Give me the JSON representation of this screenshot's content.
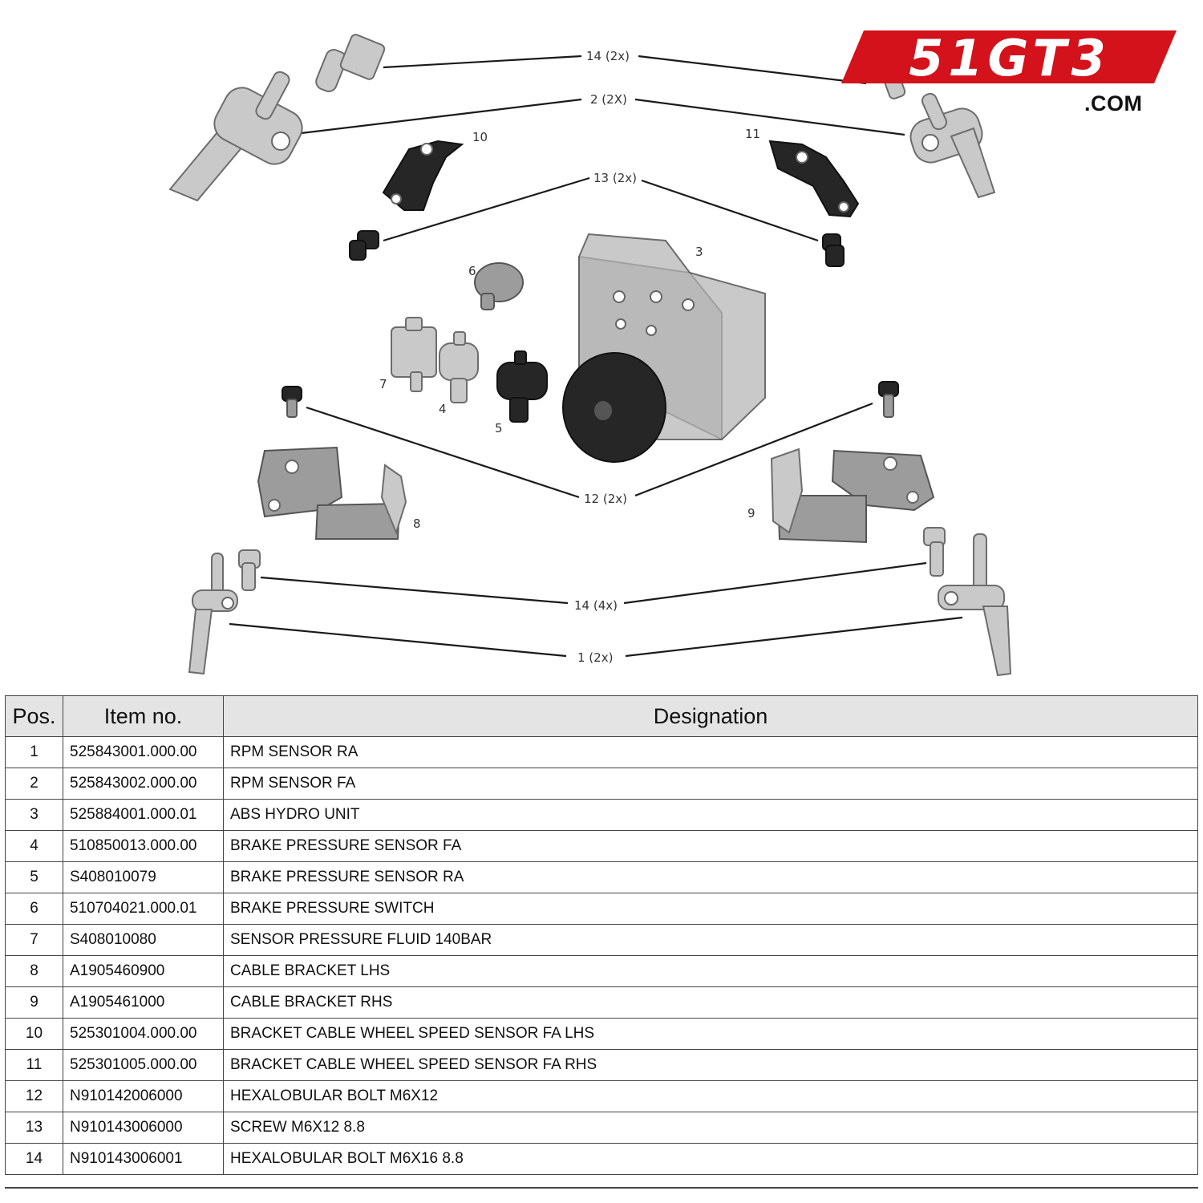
{
  "brand": {
    "logo_text": "51GT3",
    "logo_suffix": ".COM",
    "brand_color": "#d3121b"
  },
  "callouts": {
    "c14_top": "14 (2x)",
    "c2_top": "2 (2X)",
    "c10": "10",
    "c11": "11",
    "c13": "13 (2x)",
    "c3": "3",
    "c6": "6",
    "c7": "7",
    "c4": "4",
    "c5": "5",
    "c12": "12 (2x)",
    "c8": "8",
    "c9": "9",
    "c14_bottom": "14 (4x)",
    "c1": "1 (2x)"
  },
  "table": {
    "headers": {
      "pos": "Pos.",
      "item": "Item no.",
      "designation": "Designation"
    },
    "rows": [
      {
        "pos": "1",
        "item": "525843001.000.00",
        "designation": "RPM SENSOR RA"
      },
      {
        "pos": "2",
        "item": "525843002.000.00",
        "designation": "RPM SENSOR FA"
      },
      {
        "pos": "3",
        "item": "525884001.000.01",
        "designation": "ABS HYDRO UNIT"
      },
      {
        "pos": "4",
        "item": "510850013.000.00",
        "designation": "BRAKE PRESSURE SENSOR FA"
      },
      {
        "pos": "5",
        "item": "S408010079",
        "designation": "BRAKE PRESSURE SENSOR RA"
      },
      {
        "pos": "6",
        "item": "510704021.000.01",
        "designation": "BRAKE PRESSURE SWITCH"
      },
      {
        "pos": "7",
        "item": "S408010080",
        "designation": "SENSOR PRESSURE FLUID 140BAR"
      },
      {
        "pos": "8",
        "item": "A1905460900",
        "designation": "CABLE BRACKET LHS"
      },
      {
        "pos": "9",
        "item": "A1905461000",
        "designation": "CABLE BRACKET RHS"
      },
      {
        "pos": "10",
        "item": "525301004.000.00",
        "designation": "BRACKET CABLE WHEEL SPEED SENSOR FA LHS"
      },
      {
        "pos": "11",
        "item": "525301005.000.00",
        "designation": "BRACKET CABLE WHEEL SPEED SENSOR FA RHS"
      },
      {
        "pos": "12",
        "item": "N910142006000",
        "designation": "HEXALOBULAR BOLT M6X12"
      },
      {
        "pos": "13",
        "item": "N910143006000",
        "designation": "SCREW M6X12 8.8"
      },
      {
        "pos": "14",
        "item": "N910143006001",
        "designation": "HEXALOBULAR BOLT M6X16 8.8"
      }
    ]
  }
}
